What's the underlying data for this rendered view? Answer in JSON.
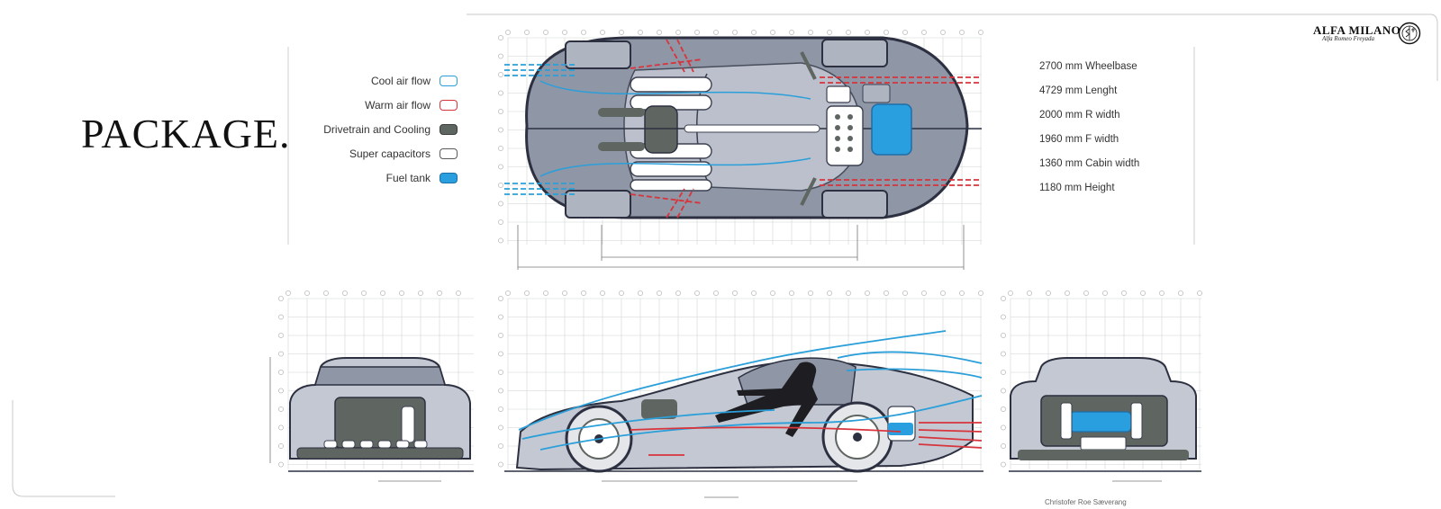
{
  "title": "PACKAGE.",
  "legend": [
    {
      "label": "Cool air flow",
      "icon": "cool-air-swatch",
      "fill": "#ffffff",
      "stroke": "#2b9fd9"
    },
    {
      "label": "Warm air flow",
      "icon": "warm-air-swatch",
      "fill": "#ffffff",
      "stroke": "#d8343c"
    },
    {
      "label": "Drivetrain and Cooling",
      "icon": "drivetrain-swatch",
      "fill": "#5f6560",
      "stroke": "#3a3f3b"
    },
    {
      "label": "Super capacitors",
      "icon": "capacitor-swatch",
      "fill": "#ffffff",
      "stroke": "#5a5a5a"
    },
    {
      "label": "Fuel tank",
      "icon": "fuel-tank-swatch",
      "fill": "#2a9fe0",
      "stroke": "#1e6fa8"
    }
  ],
  "specs": [
    "2700 mm Wheelbase",
    "4729 mm Lenght",
    "2000 mm R width",
    "1960 mm F width",
    "1360 mm Cabin width",
    "1180 mm Height"
  ],
  "brand": {
    "name": "ALFA MILANO",
    "subtitle": "Alfa Romeo Freyada"
  },
  "credit": "Christofer Roe Sæverang",
  "colors": {
    "body": "#8f96a6",
    "body_light": "#c3c8d3",
    "body_dark": "#3c4150",
    "cool": "#2b9fd9",
    "warm": "#d8343c",
    "fuel": "#2a9fe0",
    "grid": "#d0d2d6"
  },
  "icons": [
    "alfa-romeo-seal-icon"
  ]
}
